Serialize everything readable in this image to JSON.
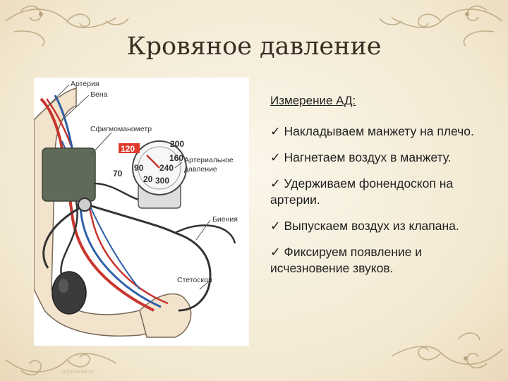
{
  "slide": {
    "title": "Кровяное давление"
  },
  "figure": {
    "labels": {
      "artery": "Артерия",
      "vein": "Вена",
      "sphygmomanometer": "Сфигмоманометр",
      "arterial_pressure_1": "Артериальное",
      "arterial_pressure_2": "давление",
      "beats": "Биения",
      "stethoscope": "Стетоскоп"
    },
    "gauge": {
      "reading": "120",
      "marks": [
        "200",
        "160",
        "240",
        "90",
        "70",
        "20",
        "300"
      ]
    }
  },
  "content": {
    "heading": "Измерение АД:",
    "check_glyph": "✓",
    "steps": [
      "Накладываем манжету на плечо.",
      "Нагнетаем воздух в манжету.",
      "Удерживаем фонендоскоп на артерии.",
      "Выпускаем воздух из клапана.",
      "Фиксируем появление и исчезновение звуков."
    ]
  },
  "footer": {
    "text": "myshared.ru"
  },
  "colors": {
    "background": "#f4ecd9",
    "ornament": "#b9a47e",
    "artery": "#c8362e",
    "vein": "#2e5fa8",
    "cuff": "#5f6b58",
    "reading_box": "#e03a2c"
  }
}
